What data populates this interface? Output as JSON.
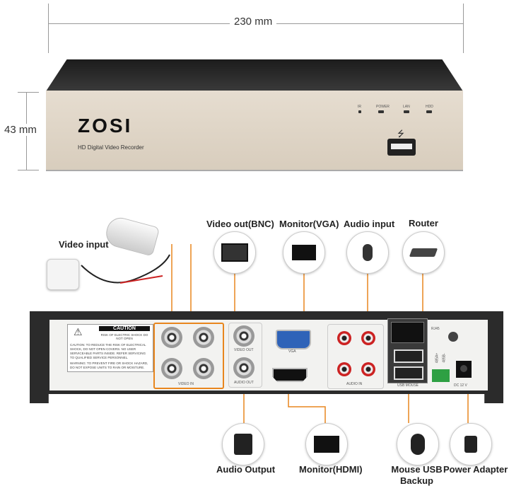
{
  "dimensions": {
    "width": "230 mm",
    "height": "43 mm"
  },
  "front_panel": {
    "brand": "ZOSI",
    "subtitle": "HD Digital Video Recorder",
    "leds": [
      "IR",
      "POWER",
      "LAN",
      "HDD"
    ]
  },
  "back_panel": {
    "caution_title": "CAUTION",
    "caution_sub": "RISK OF ELECTRIC SHOCK DO NOT OPEN",
    "caution_text": "CAUTION: TO REDUCE THE RISK OF ELECTRICAL SHOCK, DO NOT OPEN COVERS. NO USER SERVICEABLE PARTS INSIDE. REFER SERVICING TO QUALIFIED SERVICE PERSONNEL.",
    "warning_text": "WARNING: TO PREVENT FIRE OR SHOCK HAZARD, DO NOT EXPOSE UNITS TO RAIN OR MOISTURE.",
    "video_in": "VIDEO IN",
    "video_out": "VIDEO OUT",
    "audio_out": "AUDIO OUT",
    "vga": "VGA",
    "audio_in": "AUDIO IN",
    "rj45": "RJ45",
    "usb": "USB MOUSE",
    "rs485_a": "485A+",
    "rs485_b": "485B-",
    "dc": "DC 12 V"
  },
  "callouts": {
    "video_input": "Video input",
    "video_out_bnc": "Video out(BNC)",
    "monitor_vga": "Monitor(VGA)",
    "audio_input": "Audio input",
    "router": "Router",
    "audio_output": "Audio Output",
    "monitor_hdmi": "Monitor(HDMI)",
    "mouse_usb_backup": "Mouse USB Backup",
    "power_adapter": "Power Adapter"
  },
  "colors": {
    "accent": "#e8861e",
    "case": "#2b2b2b"
  }
}
